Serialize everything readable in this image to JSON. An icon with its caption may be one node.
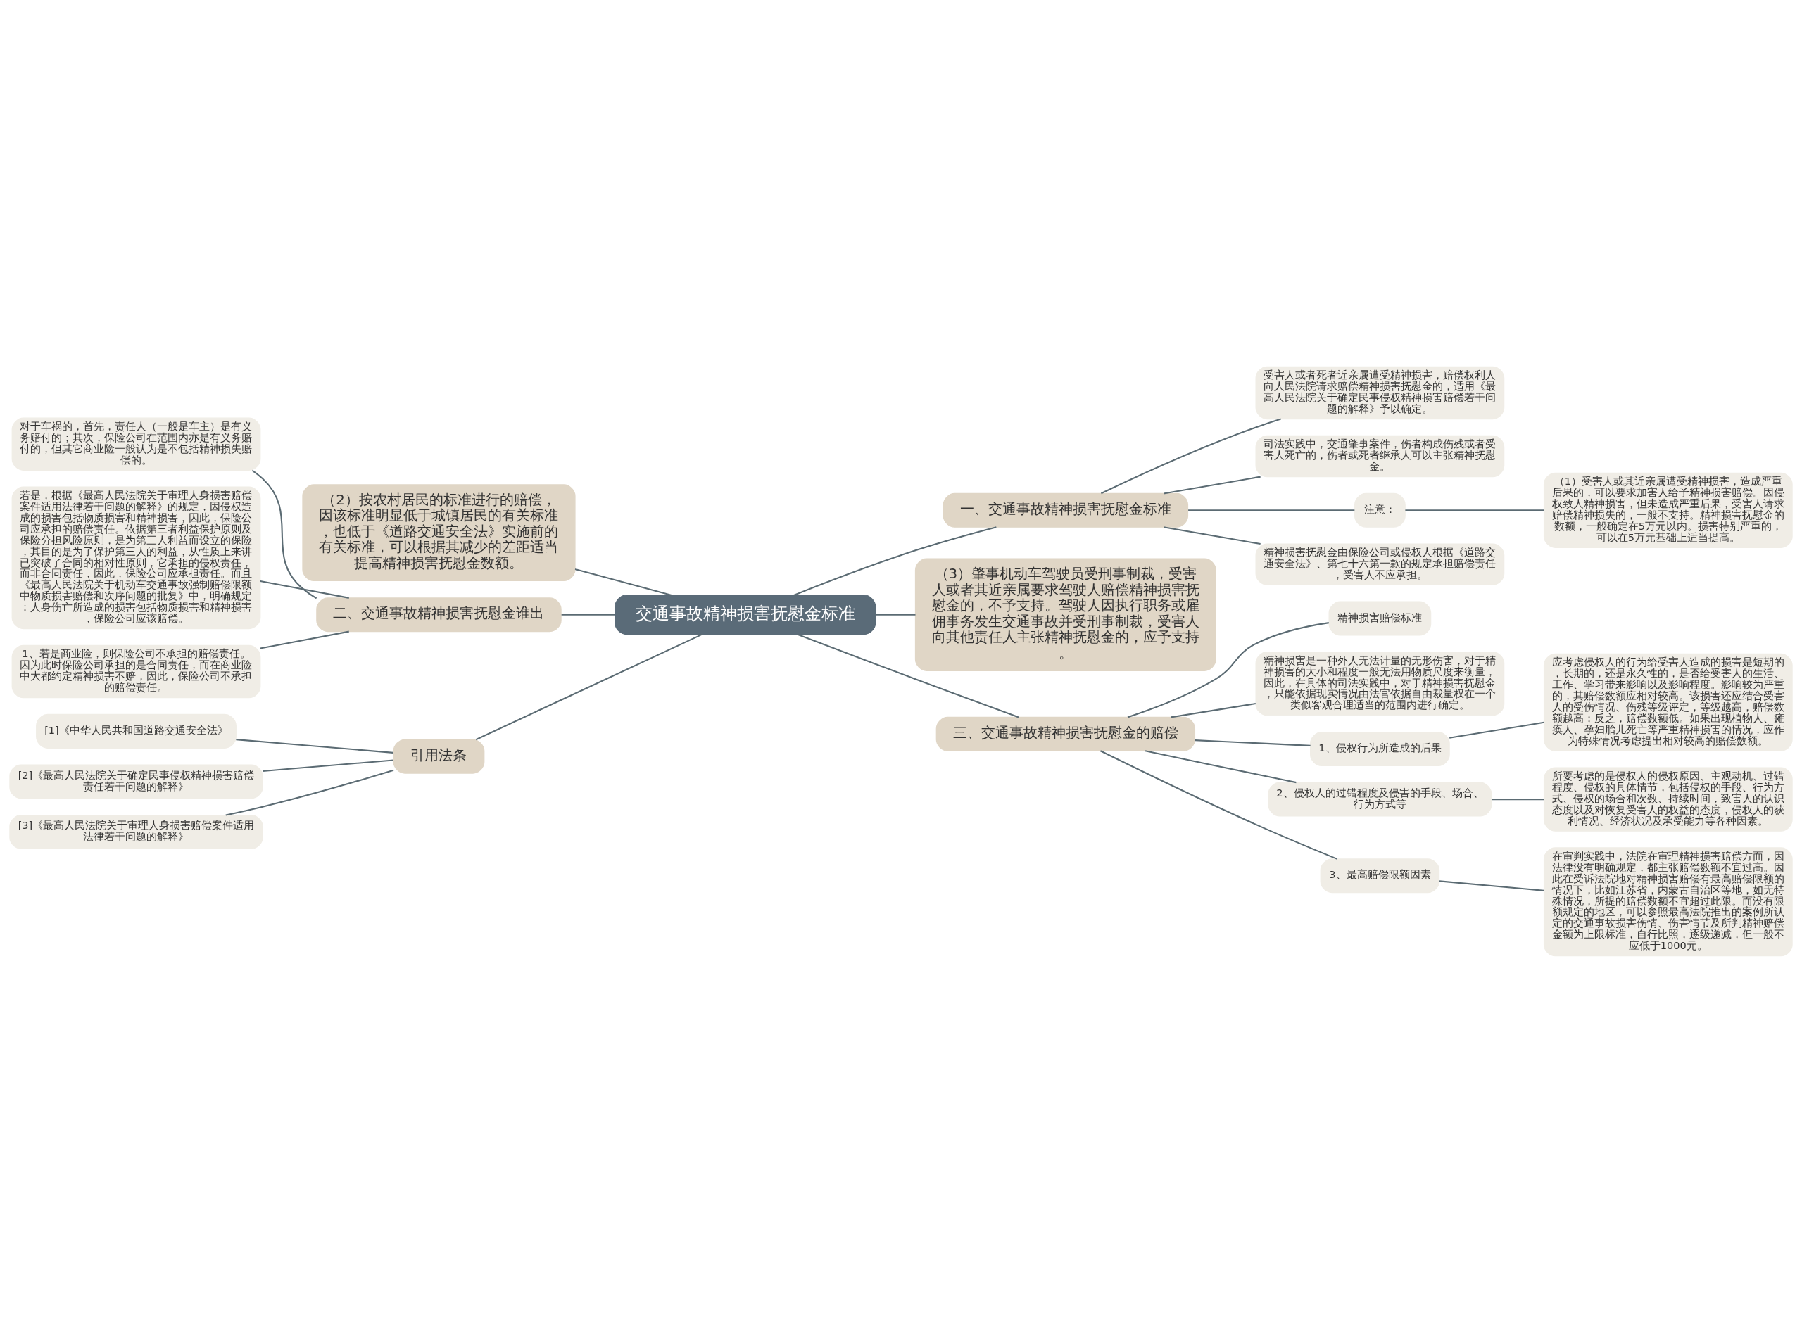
{
  "diagram": {
    "nodes": [
      {
        "text": [
          "交通事故精神损害抚慰金标准"
        ]
      },
      {
        "text": [
          "一、交通事故精神损害抚慰金标准"
        ]
      },
      {
        "text": [
          "受害人或者死者近亲属遭受精神损害，赔偿权利人向人民法院请求赔偿精神损害抚慰金的，适用《最高人民法院关于确定民事侵权精神损害赔偿若干问题的解释》予以确定。"
        ]
      },
      {
        "text": [
          "司法实践中，交通肇事案件，伤者构成伤残或者受害人死亡的，伤者或死者继承人可以主张精神抚慰金。"
        ]
      },
      {
        "text": [
          "注意："
        ]
      },
      {
        "text": [
          "（1）受害人或其近亲属遭受精神损害，造成严重后果的，可以要求加害人给予精神损害赔偿。因侵权致人精神损害，但未造成严重后果，受害人请求赔偿精神损失的，一般不支持。精神损害抚慰金的数额，一般确定在5万元以内。损害特别严重的，可以在5万元基础上适当提高。"
        ]
      },
      {
        "text": [
          "精神损害抚慰金由保险公司或侵权人根据《道路交通安全法》、第七十六第一款的规定承担赔偿责任，受害人不应承担。"
        ]
      },
      {
        "text": [
          "（3）肇事机动车驾驶员受刑事制裁，受害人或者其近亲属要求驾驶人赔偿精神损害抚慰金的，不予支持。驾驶人因执行职务或雇佣事务发生交通事故并受刑事制裁，受害人向其他责任人主张精神抚慰金的，应予支持。"
        ]
      },
      {
        "text": [
          "（2）按农村居民的标准进行的赔偿，因该标准明显低于城镇居民的有关标准，也低于《道路交通安全法》实施前的有关标准，可以根据其减少的差距适当提高精神损害抚慰金数额。"
        ]
      },
      {
        "text": [
          "二、交通事故精神损害抚慰金谁出"
        ]
      },
      {
        "text": [
          "对于车祸的，首先，责任人（一般是车主）是有义务赔付的；其次，保险公司在范围内亦是有义务赔付的，但其它商业险一般认为是不包括精神损失赔偿的。"
        ]
      },
      {
        "text": [
          "若是，根据《最高人民法院关于审理人身损害赔偿案件适用法律若干问题的解释》的规定，因侵权造成的损害包括物质损害和精神损害，因此，保险公司应承担的赔偿责任。依据第三者利益保护原则及保险分担风险原则，是为第三人利益而设立的保险，其目的是为了保护第三人的利益，从性质上来讲已突破了合同的相对性原则，它承担的侵权责任，而非合同责任，因此，保险公司应承担责任。而且《最高人民法院关于机动车交通事故强制赔偿限额中物质损害赔偿和次序问题的批复》中，明确规定：人身伤亡所造成的损害包括物质损害和精神损害，保险公司应该赔偿。"
        ]
      },
      {
        "text": [
          "1、若是商业险，则保险公司不承担的赔偿责任。因为此时保险公司承担的是合同责任，而在商业险中大都约定精神损害不赔，因此，保险公司不承担的赔偿责任。"
        ]
      },
      {
        "text": [
          "三、交通事故精神损害抚慰金的赔偿"
        ]
      },
      {
        "text": [
          "精神损害赔偿标准"
        ]
      },
      {
        "text": [
          "精神损害是一种外人无法计量的无形伤害，对于精神损害的大小和程度一般无法用物质尺度来衡量，因此，在具体的司法实践中，对于精神损害抚慰金，只能依据现实情况由法官依据自由裁量权在一个类似客观合理适当的范围内进行确定。"
        ]
      },
      {
        "text": [
          "1、侵权行为所造成的后果"
        ]
      },
      {
        "text": [
          "应考虑侵权人的行为给受害人造成的损害是短期的，长期的，还是永久性的，是否给受害人的生活、工作、学习带来影响以及影响程度。影响较为严重的，其赔偿数额应相对较高。该损害还应结合受害人的受伤情况、伤残等级评定，等级越高，赔偿数额越高；反之，赔偿数额低。如果出现植物人、瘫痪人、孕妇胎儿死亡等严重精神损害的情况，应作为特殊情况考虑提出相对较高的赔偿数额。"
        ]
      },
      {
        "text": [
          "2、侵权人的过错程度及侵害的手段、场合、行为方式等"
        ]
      },
      {
        "text": [
          "所要考虑的是侵权人的侵权原因、主观动机、过错程度、侵权的具体情节，包括侵权的手段、行为方式、侵权的场合和次数、持续时间，致害人的认识态度以及对恢复受害人的权益的态度，侵权人的获利情况、经济状况及承受能力等各种因素。"
        ]
      },
      {
        "text": [
          "3、最高赔偿限额因素"
        ]
      },
      {
        "text": [
          "在审判实践中，法院在审理精神损害赔偿方面，因法律没有明确规定，都主张赔偿数额不宜过高。因此在受诉法院地对精神损害赔偿有最高赔偿限额的情况下，比如江苏省，内蒙古自治区等地，如无特殊情况，所提的赔偿数额不宜超过此限。而没有限额规定的地区，可以参照最高法院推出的案例所认定的交通事故损害伤情、伤害情节及所判精神赔偿金额为上限标准，自行比照，逐级递减，但一般不应低于1000元。"
        ]
      },
      {
        "text": [
          "引用法条"
        ]
      },
      {
        "text": [
          "[1]《中华人民共和国道路交通安全法》"
        ]
      },
      {
        "text": [
          "[2]《最高人民法院关于确定民事侵权精神损害赔偿责任若干问题的解释》"
        ]
      },
      {
        "text": [
          "[3]《最高人民法院关于审理人身损害赔偿案件适用法律若干问题的解释》"
        ]
      }
    ],
    "edges": [
      {
        "from": 0,
        "to": 1,
        "arrow": "none"
      },
      {
        "from": 1,
        "to": 2,
        "arrow": "none"
      },
      {
        "from": 1,
        "to": 3,
        "arrow": "none"
      },
      {
        "from": 1,
        "to": 4,
        "arrow": "none"
      },
      {
        "from": 4,
        "to": 5,
        "arrow": "none"
      },
      {
        "from": 1,
        "to": 6,
        "arrow": "none"
      },
      {
        "from": 0,
        "to": 7,
        "arrow": "none"
      },
      {
        "from": 0,
        "to": 8,
        "arrow": "none"
      },
      {
        "from": 0,
        "to": 9,
        "arrow": "none"
      },
      {
        "from": 9,
        "to": 10,
        "arrow": "none"
      },
      {
        "from": 9,
        "to": 11,
        "arrow": "none"
      },
      {
        "from": 9,
        "to": 12,
        "arrow": "none"
      },
      {
        "from": 0,
        "to": 13,
        "arrow": "none"
      },
      {
        "from": 13,
        "to": 14,
        "arrow": "none"
      },
      {
        "from": 13,
        "to": 15,
        "arrow": "none"
      },
      {
        "from": 13,
        "to": 16,
        "arrow": "none"
      },
      {
        "from": 16,
        "to": 17,
        "arrow": "none"
      },
      {
        "from": 13,
        "to": 18,
        "arrow": "none"
      },
      {
        "from": 18,
        "to": 19,
        "arrow": "none"
      },
      {
        "from": 13,
        "to": 20,
        "arrow": "none"
      },
      {
        "from": 20,
        "to": 21,
        "arrow": "none"
      },
      {
        "from": 0,
        "to": 22,
        "arrow": "none"
      },
      {
        "from": 22,
        "to": 23,
        "arrow": "none"
      },
      {
        "from": 22,
        "to": 24,
        "arrow": "none"
      },
      {
        "from": 22,
        "to": 25,
        "arrow": "none"
      }
    ]
  }
}
